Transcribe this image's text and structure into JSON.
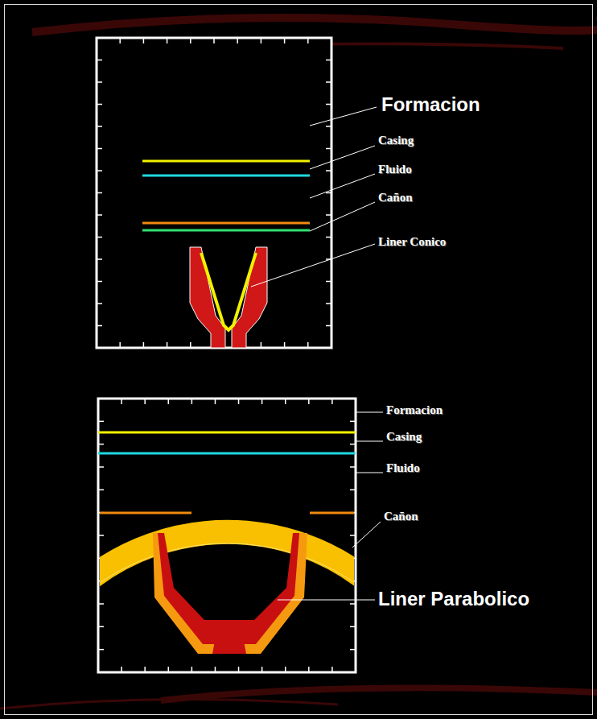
{
  "diagram": {
    "labels": [
      "Formacion",
      "Casing",
      "Fluido",
      "Cañon",
      "Liner Conico",
      "Formacion",
      "Casing",
      "Fluido",
      "Cañon",
      "Liner Parabolico"
    ]
  }
}
